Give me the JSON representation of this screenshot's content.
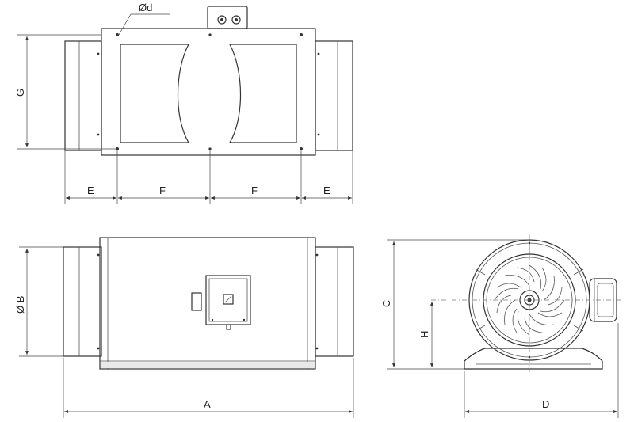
{
  "labels": {
    "diameter_d": "Ød",
    "G": "G",
    "E_left": "E",
    "F_left": "F",
    "F_right": "F",
    "E_right": "E",
    "diameter_B": "Ø B",
    "A": "A",
    "C": "C",
    "H": "H",
    "D": "D"
  },
  "colors": {
    "line": "#333333",
    "fill": "#e9e9e9",
    "background": "#ffffff"
  },
  "icons": [
    "terminal-box-icon",
    "fan-impeller-icon"
  ]
}
